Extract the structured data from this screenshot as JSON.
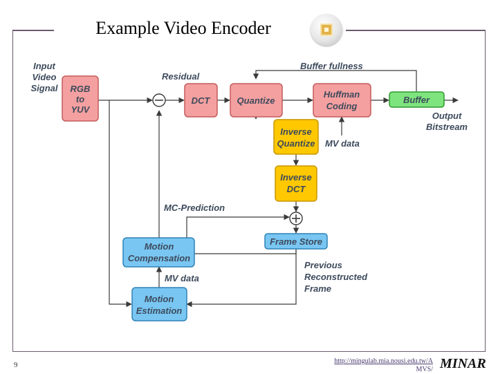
{
  "slide": {
    "title": "Example Video Encoder",
    "page_number": "9",
    "url_line1": "http://mingulab.mia.nousi.edu.tw/A",
    "url_line2": "MVS/",
    "brand": "MINAR"
  },
  "diagram": {
    "boxes": {
      "rgb_to_yuv": [
        "RGB",
        "to",
        "YUV"
      ],
      "dct": "DCT",
      "quantize": "Quantize",
      "huffman_coding": [
        "Huffman",
        "Coding"
      ],
      "buffer": "Buffer",
      "inverse_quantize": [
        "Inverse",
        "Quantize"
      ],
      "inverse_dct": [
        "Inverse",
        "DCT"
      ],
      "frame_store": "Frame Store",
      "motion_compensation": [
        "Motion",
        "Compensation"
      ],
      "motion_estimation": [
        "Motion",
        "Estimation"
      ]
    },
    "labels": {
      "input_video_signal": [
        "Input",
        "Video",
        "Signal"
      ],
      "residual": "Residual",
      "buffer_fullness": "Buffer fullness",
      "output_bitstream": [
        "Output",
        "Bitstream"
      ],
      "mv_data_top": "MV data",
      "mc_prediction": "MC-Prediction",
      "previous_reconstructed_frame": [
        "Previous",
        "Reconstructed",
        "Frame"
      ],
      "mv_data_bottom": "MV data"
    },
    "colors": {
      "pink_fill": "#f4a0a0",
      "pink_stroke": "#c45a5a",
      "yellow_fill": "#ffc800",
      "yellow_stroke": "#c99600",
      "green_fill": "#7ee57e",
      "green_stroke": "#2e9a2e",
      "blue_fill": "#79c6f2",
      "blue_stroke": "#2f82b6",
      "text": "#3d4a5c",
      "line": "#3a3a3a"
    }
  }
}
